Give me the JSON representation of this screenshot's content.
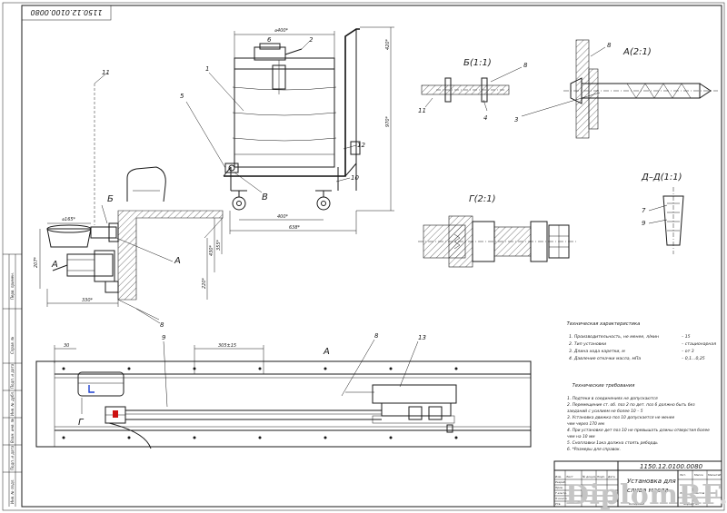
{
  "drawing": {
    "code_top_left": "1150.12.0100.0080",
    "code_title": "1150.12.0100.0080",
    "title_line1": "Установка для",
    "title_line2": "слива масла",
    "callouts": [
      "1",
      "2",
      "3",
      "4",
      "5",
      "6",
      "7",
      "8",
      "9",
      "10",
      "11",
      "12",
      "13"
    ],
    "view_labels": {
      "b_top": "Б(1:1)",
      "a_top": "А(2:1)",
      "g_view": "Г(2:1)",
      "d_view": "Д–Д(1:1)",
      "b_mark": "Б",
      "v_mark": "В",
      "a_mark": "А",
      "a_plan": "А",
      "g_mark": "Г"
    },
    "dimensions": {
      "d400": "⌀400*",
      "d420": "420*",
      "d970": "970*",
      "d400b": "400*",
      "d638": "638*",
      "d165": "⌀165*",
      "d207": "207*",
      "d330": "330*",
      "d220": "220*",
      "d355": "355*",
      "d430": "430*",
      "d30": "30",
      "d305": "305±15"
    },
    "tech_title": "Техническая характеристика",
    "tech_specs": [
      {
        "text": "1. Производительность, не менее, л/мин",
        "value": "– 15"
      },
      {
        "text": "2. Тип установки",
        "value": "– стационарная"
      },
      {
        "text": "3. Длина хода каретки, м",
        "value": "– от 3"
      },
      {
        "text": "4. Давление откачки масла, мПа",
        "value": "– 0,1...0,25"
      }
    ],
    "req_title": "Технические требования",
    "requirements": [
      "1. Подтеки в соединениях не допускаются",
      "2. Перемещение ст. об. поз 2 по дет. поз 6 должно быть без",
      "заеданий с усилием не более 10          – 5",
      "3. Установка движка поз 10 допускается не менее",
      "чем через 170 мм",
      "4. При установке дет поз 10 не превышать длины отверстия более",
      "чем на 10 мм",
      "5. Сноплавки 1ака должна стоять ребордь",
      "6. *Размеры для справок."
    ],
    "title_block_labels": [
      "Изм.",
      "Лист",
      "№ докум.",
      "Подп.",
      "Дата",
      "Разраб.",
      "Пров.",
      "Т.контр.",
      "Н.контр.",
      "Утв.",
      "Лит.",
      "Масса",
      "Масштаб",
      "Лист",
      "Листов",
      "Копировал",
      "Формат А1"
    ],
    "side_strip_labels": [
      "Перв. примен.",
      "Справ. №",
      "Подп. и дата",
      "Инв. № дубл.",
      "Взам. инв. №",
      "Подп. и дата",
      "Инв. № подл."
    ],
    "watermark_main": "DiplomRF",
    "watermark_suffix": ".ru"
  }
}
